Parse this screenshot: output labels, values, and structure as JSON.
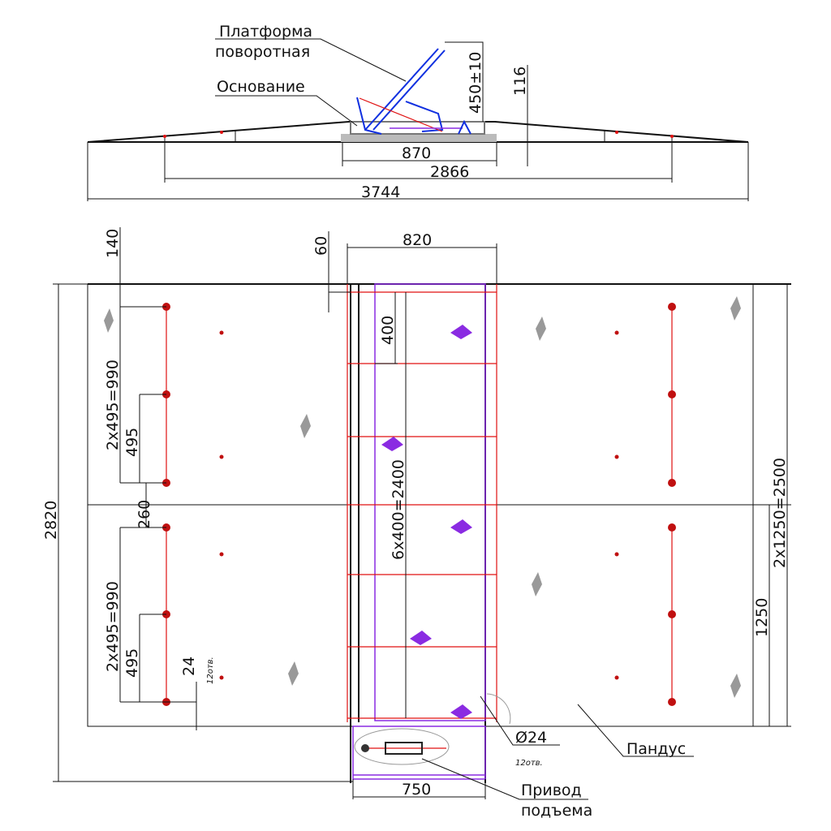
{
  "side_view": {
    "label_platform_line1": "Платформа",
    "label_platform_line2": "поворотная",
    "label_base": "Основание",
    "dim_height": "450±10",
    "dim_ramp_height": "116",
    "dim_base_width": "870",
    "dim_inner_length": "2866",
    "dim_total_length": "3744"
  },
  "plan_view": {
    "dim_channel_width": "820",
    "dim_top_offset": "140",
    "dim_channel_offset": "60",
    "dim_first_step": "400",
    "dim_bolts_upper": "2x495=990",
    "dim_bolt_step_upper": "495",
    "dim_gap": "260",
    "dim_bolts_lower": "2x495=990",
    "dim_bolt_step_lower": "495",
    "dim_steps": "6x400=2400",
    "dim_total_width": "2820",
    "dim_ramp_sections": "2x1250=2500",
    "dim_ramp_section": "1250",
    "dim_hole_small": "24",
    "dim_hole_small_note": "12отв.",
    "dim_hole": "Ø24",
    "dim_hole_note": "12отв.",
    "label_ramp": "Пандус",
    "label_drive_line1": "Привод",
    "label_drive_line2": "подъема",
    "dim_drive_width": "750"
  },
  "colors": {
    "structure": "#111111",
    "bolts": "#e01010",
    "platform": "#8a2be2",
    "mechanism": "#1030e0"
  }
}
